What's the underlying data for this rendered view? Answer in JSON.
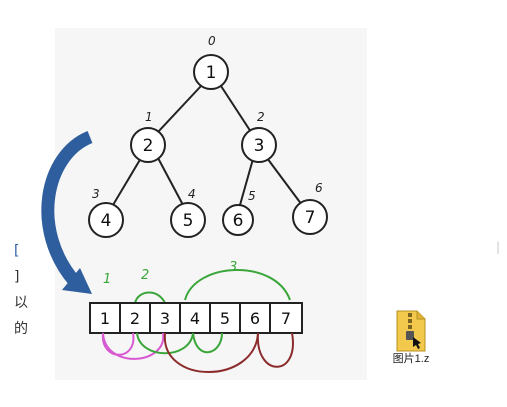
{
  "tree": {
    "root_index": "0",
    "nodes": [
      {
        "value": "1",
        "index": "0"
      },
      {
        "value": "2",
        "index": "1"
      },
      {
        "value": "3",
        "index": "2"
      },
      {
        "value": "4",
        "index": "3"
      },
      {
        "value": "5",
        "index": "4"
      },
      {
        "value": "6",
        "index": "5"
      },
      {
        "value": "7",
        "index": "6"
      }
    ]
  },
  "array": {
    "cells": [
      "1",
      "2",
      "3",
      "4",
      "5",
      "6",
      "7"
    ],
    "group_labels": [
      "1",
      "2",
      "3"
    ]
  },
  "left_glyphs": [
    "[",
    "]",
    "以",
    "的"
  ],
  "desktop_file": {
    "label": "图片1.z",
    "icon": "zip-archive-icon"
  },
  "colors": {
    "arrow": "#2f5e9e",
    "pink": "#d85ad3",
    "green": "#3aa63a",
    "darkred": "#8c2b2b"
  }
}
